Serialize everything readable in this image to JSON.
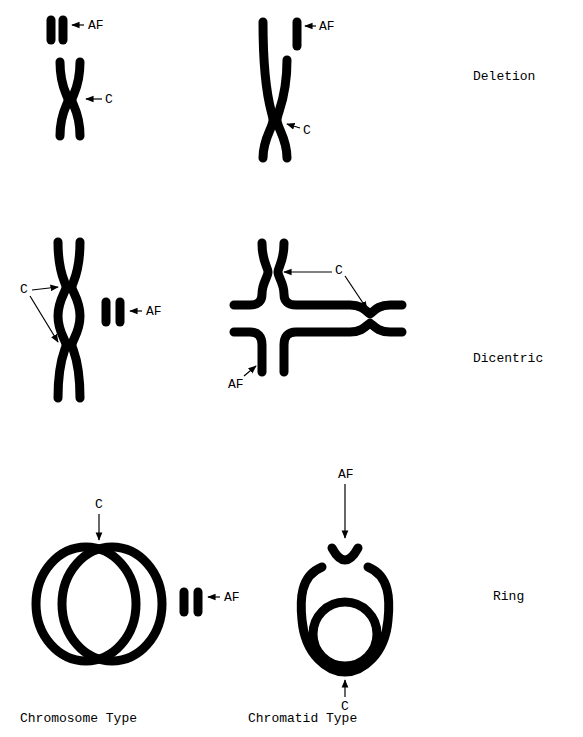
{
  "diagram": {
    "labels": [
      "AF",
      "C",
      "AF",
      "C",
      "C",
      "AF",
      "C",
      "AF",
      "Deletion",
      "Dicentric",
      "C",
      "AF",
      "AF",
      "Ring",
      "C",
      "Chromosome Type",
      "Chromatid Type"
    ]
  }
}
